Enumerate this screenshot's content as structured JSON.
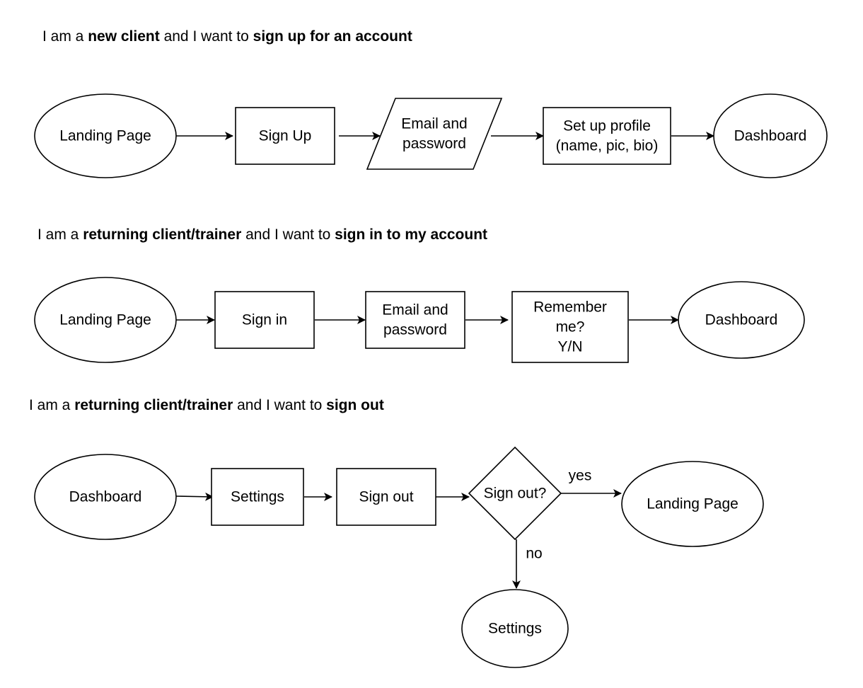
{
  "flows": [
    {
      "caption": {
        "p1": "I am a ",
        "b1": "new client",
        "p2": " and I want to ",
        "b2": "sign up for an account"
      },
      "nodes": [
        {
          "id": "landing",
          "shape": "ellipse",
          "lines": [
            "Landing Page"
          ]
        },
        {
          "id": "signup",
          "shape": "process",
          "lines": [
            "Sign Up"
          ]
        },
        {
          "id": "email",
          "shape": "input",
          "lines": [
            "Email and",
            "password"
          ]
        },
        {
          "id": "profile",
          "shape": "process",
          "lines": [
            "Set up profile",
            "(name, pic, bio)"
          ]
        },
        {
          "id": "dashboard",
          "shape": "ellipse",
          "lines": [
            "Dashboard"
          ]
        }
      ],
      "edges": [
        {
          "from": "landing",
          "to": "signup"
        },
        {
          "from": "signup",
          "to": "email"
        },
        {
          "from": "email",
          "to": "profile"
        },
        {
          "from": "profile",
          "to": "dashboard"
        }
      ]
    },
    {
      "caption": {
        "p1": "I am a ",
        "b1": "returning client/trainer",
        "p2": " and I want to ",
        "b2": "sign in to my account"
      },
      "nodes": [
        {
          "id": "landing",
          "shape": "ellipse",
          "lines": [
            "Landing Page"
          ]
        },
        {
          "id": "signin",
          "shape": "process",
          "lines": [
            "Sign in"
          ]
        },
        {
          "id": "email",
          "shape": "process",
          "lines": [
            "Email and",
            "password"
          ]
        },
        {
          "id": "remember",
          "shape": "process",
          "lines": [
            "Remember",
            "me?",
            "Y/N"
          ]
        },
        {
          "id": "dashboard",
          "shape": "ellipse",
          "lines": [
            "Dashboard"
          ]
        }
      ],
      "edges": [
        {
          "from": "landing",
          "to": "signin"
        },
        {
          "from": "signin",
          "to": "email"
        },
        {
          "from": "email",
          "to": "remember"
        },
        {
          "from": "remember",
          "to": "dashboard"
        }
      ]
    },
    {
      "caption": {
        "p1": "I am a ",
        "b1": "returning client/trainer",
        "p2": " and I want to ",
        "b2": "sign out"
      },
      "nodes": [
        {
          "id": "dashboard",
          "shape": "ellipse",
          "lines": [
            "Dashboard"
          ]
        },
        {
          "id": "settings",
          "shape": "process",
          "lines": [
            "Settings"
          ]
        },
        {
          "id": "signout",
          "shape": "process",
          "lines": [
            "Sign out"
          ]
        },
        {
          "id": "decision",
          "shape": "decision",
          "lines": [
            "Sign out?"
          ]
        },
        {
          "id": "landing",
          "shape": "ellipse",
          "lines": [
            "Landing Page"
          ]
        },
        {
          "id": "settings_end",
          "shape": "ellipse",
          "lines": [
            "Settings"
          ]
        }
      ],
      "edges": [
        {
          "from": "dashboard",
          "to": "settings"
        },
        {
          "from": "settings",
          "to": "signout"
        },
        {
          "from": "signout",
          "to": "decision"
        },
        {
          "from": "decision",
          "to": "landing",
          "label": "yes"
        },
        {
          "from": "decision",
          "to": "settings_end",
          "label": "no"
        }
      ]
    }
  ]
}
